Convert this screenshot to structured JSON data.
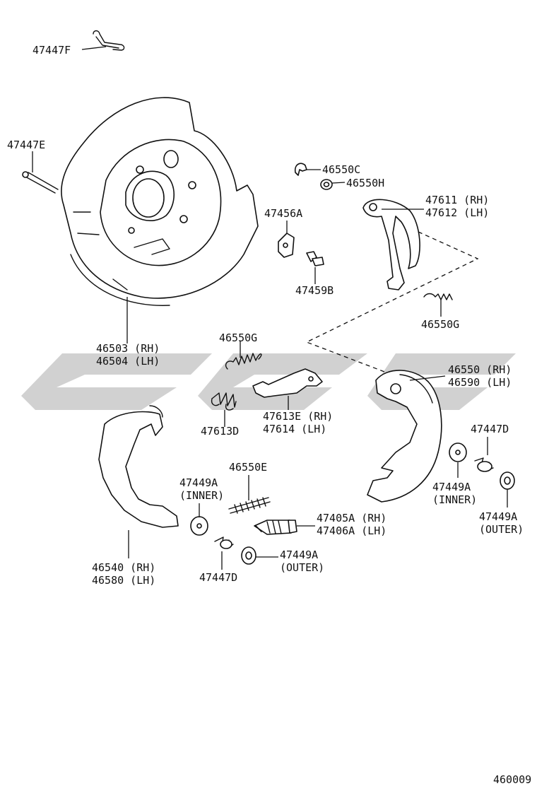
{
  "diagram_code": "460009",
  "parts": [
    {
      "id": "47447F",
      "lines": [
        "47447F"
      ]
    },
    {
      "id": "47447E",
      "lines": [
        "47447E"
      ]
    },
    {
      "id": "46503",
      "lines": [
        "46503 (RH)",
        "46504 (LH)"
      ]
    },
    {
      "id": "46550C",
      "lines": [
        "46550C"
      ]
    },
    {
      "id": "46550H",
      "lines": [
        "46550H"
      ]
    },
    {
      "id": "47611",
      "lines": [
        "47611 (RH)",
        "47612 (LH)"
      ]
    },
    {
      "id": "47456A",
      "lines": [
        "47456A"
      ]
    },
    {
      "id": "47459B",
      "lines": [
        "47459B"
      ]
    },
    {
      "id": "46550G_right",
      "lines": [
        "46550G"
      ]
    },
    {
      "id": "46550G_left",
      "lines": [
        "46550G"
      ]
    },
    {
      "id": "46550",
      "lines": [
        "46550 (RH)",
        "46590 (LH)"
      ]
    },
    {
      "id": "47613D",
      "lines": [
        "47613D"
      ]
    },
    {
      "id": "47613E",
      "lines": [
        "47613E (RH)",
        "47614  (LH)"
      ]
    },
    {
      "id": "47447D_right",
      "lines": [
        "47447D"
      ]
    },
    {
      "id": "46550E",
      "lines": [
        "46550E"
      ]
    },
    {
      "id": "47449A_inner_left",
      "lines": [
        "47449A",
        "(INNER)"
      ]
    },
    {
      "id": "47449A_inner_right",
      "lines": [
        "47449A",
        "(INNER)"
      ]
    },
    {
      "id": "47449A_outer_right",
      "lines": [
        "47449A",
        "(OUTER)"
      ]
    },
    {
      "id": "47405A",
      "lines": [
        "47405A (RH)",
        "47406A (LH)"
      ]
    },
    {
      "id": "46540",
      "lines": [
        "46540 (RH)",
        "46580 (LH)"
      ]
    },
    {
      "id": "47447D_left",
      "lines": [
        "47447D"
      ]
    },
    {
      "id": "47449A_outer_left",
      "lines": [
        "47449A",
        "(OUTER)"
      ]
    }
  ]
}
